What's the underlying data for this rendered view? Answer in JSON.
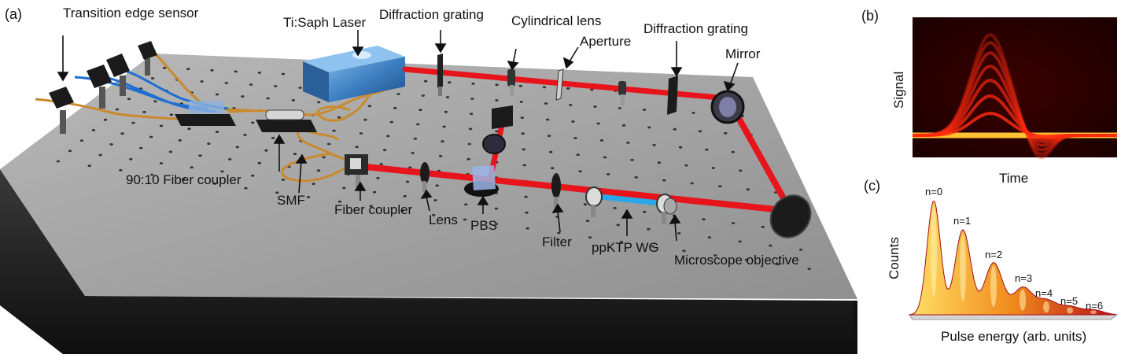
{
  "panels": {
    "a": "(a)",
    "b": "(b)",
    "c": "(c)"
  },
  "labels": {
    "tes": "Transition edge sensor",
    "laser": "Ti:Saph Laser",
    "grating1": "Diffraction grating",
    "cyl_lens": "Cylindrical lens",
    "aperture": "Aperture",
    "grating2": "Diffraction grating",
    "mirror": "Mirror",
    "coupler_9010": "90:10 Fiber coupler",
    "smf": "SMF",
    "fiber_coupler": "Fiber coupler",
    "lens": "Lens",
    "pbs": "PBS",
    "filter": "Filter",
    "wg": "ppKTP WG",
    "objective": "Microscope objective"
  },
  "panel_b": {
    "ylabel": "Signal",
    "xlabel": "Time"
  },
  "panel_c": {
    "ylabel": "Counts",
    "xlabel": "Pulse energy (arb. units)",
    "peaks": [
      "n=0",
      "n=1",
      "n=2",
      "n=3",
      "n=4",
      "n=5",
      "n=6"
    ]
  },
  "colors": {
    "beam": "#e8141b",
    "fiber": "#c98a2e",
    "fiber_blue": "#1f6fd1",
    "table_top": "#a9a9a9",
    "table_side": "#262626"
  }
}
